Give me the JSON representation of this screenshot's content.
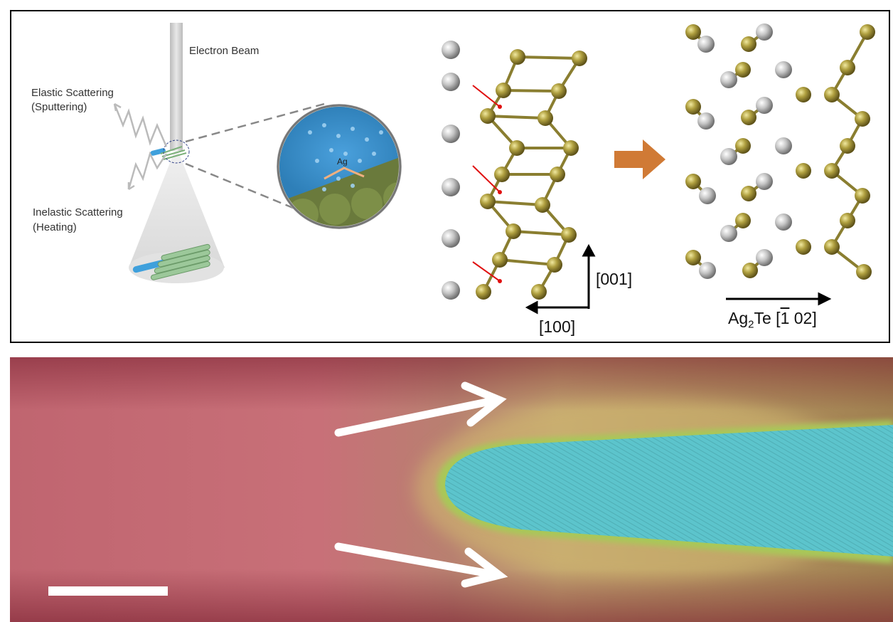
{
  "schematic": {
    "electron_beam": "Electron Beam",
    "elastic_line1": "Elastic Scattering",
    "elastic_line2": "(Sputtering)",
    "inelastic_line1": "Inelastic Scattering",
    "inelastic_line2": "(Heating)",
    "inset_label": "Ag"
  },
  "crystal_left": {
    "axis_vertical": "[001]",
    "axis_horizontal": "[100]"
  },
  "crystal_right": {
    "direction_label_prefix": "Ag",
    "direction_label_sub": "2",
    "direction_label_suffix": "Te [",
    "direction_label_bar": "1",
    "direction_label_end": " 02]"
  },
  "colors": {
    "gold_atom": "#a89a3c",
    "silver_atom": "#b5b5b5",
    "transition_arrow": "#d07a35",
    "red_marker": "#e01010",
    "tem_red": "#c0606a",
    "tem_cyan": "#5cc4cc"
  }
}
